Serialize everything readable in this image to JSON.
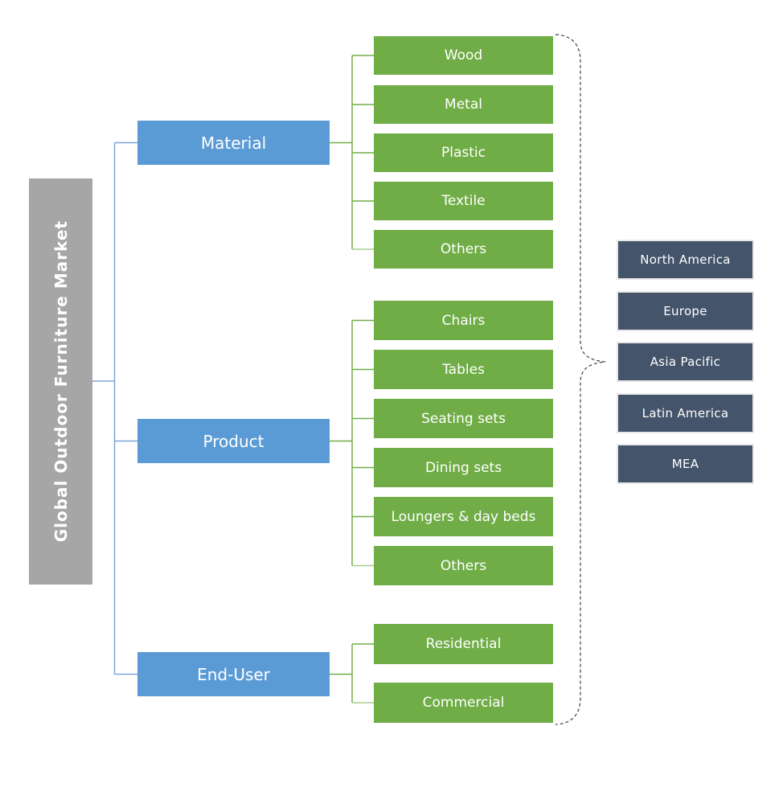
{
  "root": {
    "label": "Global Outdoor Furniture Market"
  },
  "segments": [
    {
      "label": "Material",
      "items": [
        "Wood",
        "Metal",
        "Plastic",
        "Textile",
        "Others"
      ]
    },
    {
      "label": "Product",
      "items": [
        "Chairs",
        "Tables",
        "Seating sets",
        "Dining sets",
        "Loungers & day beds",
        "Others"
      ]
    },
    {
      "label": "End-User",
      "items": [
        "Residential",
        "Commercial"
      ]
    }
  ],
  "regions": {
    "items": [
      "North America",
      "Europe",
      "Asia Pacific",
      "Latin America",
      "MEA"
    ]
  },
  "colors": {
    "root_gray": "#a6a6a6",
    "segment_blue": "#5b9bd5",
    "item_green": "#70ad47",
    "region_slate": "#44546a",
    "connector_blue": "#7ea6d9",
    "connector_green": "#70ad47",
    "connector_green_light": "#a8cd8e",
    "brace_dash": "#3f3f3f"
  }
}
